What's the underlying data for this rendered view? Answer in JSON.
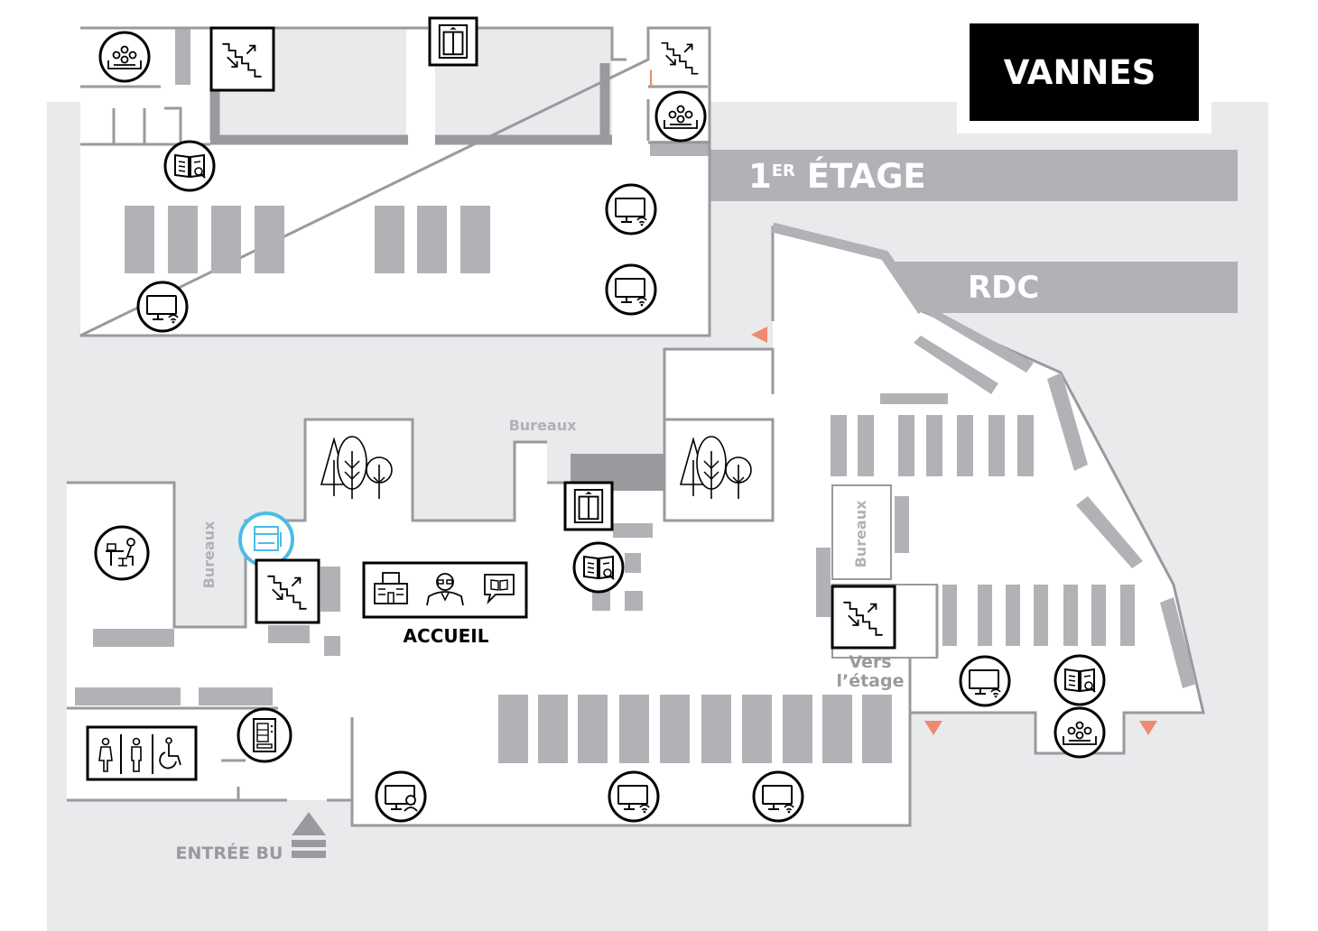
{
  "title": "VANNES",
  "levels": {
    "first_floor": {
      "prefix": "1",
      "sup": "ER",
      "rest": " ÉTAGE"
    },
    "ground_floor": "RDC"
  },
  "labels": {
    "reception": "ACCUEIL",
    "offices_top": "Bureaux",
    "offices_left": "Bureaux",
    "offices_right": "Bureaux",
    "to_floor_line1": "Vers",
    "to_floor_line2": "l’étage",
    "entrance": "ENTRÉE BU"
  },
  "colors": {
    "background": "#e9eaec",
    "wall": "#999a9e",
    "shelf": "#b1b2b6",
    "title_bg": "#000000",
    "level_bar": "#b1b2b6",
    "exit_marker": "#ef8a6e",
    "highlight": "#4bbde4"
  },
  "icons": [
    "group-work-icon",
    "stairs-icon",
    "elevator-icon",
    "reading-icon",
    "computer-wifi-icon",
    "tree-icon",
    "copier-icon",
    "workstation-icon",
    "restroom-icon",
    "vending-machine-icon",
    "information-icon",
    "librarian-icon",
    "question-icon",
    "computer-search-icon",
    "entrance-arrow-icon"
  ]
}
